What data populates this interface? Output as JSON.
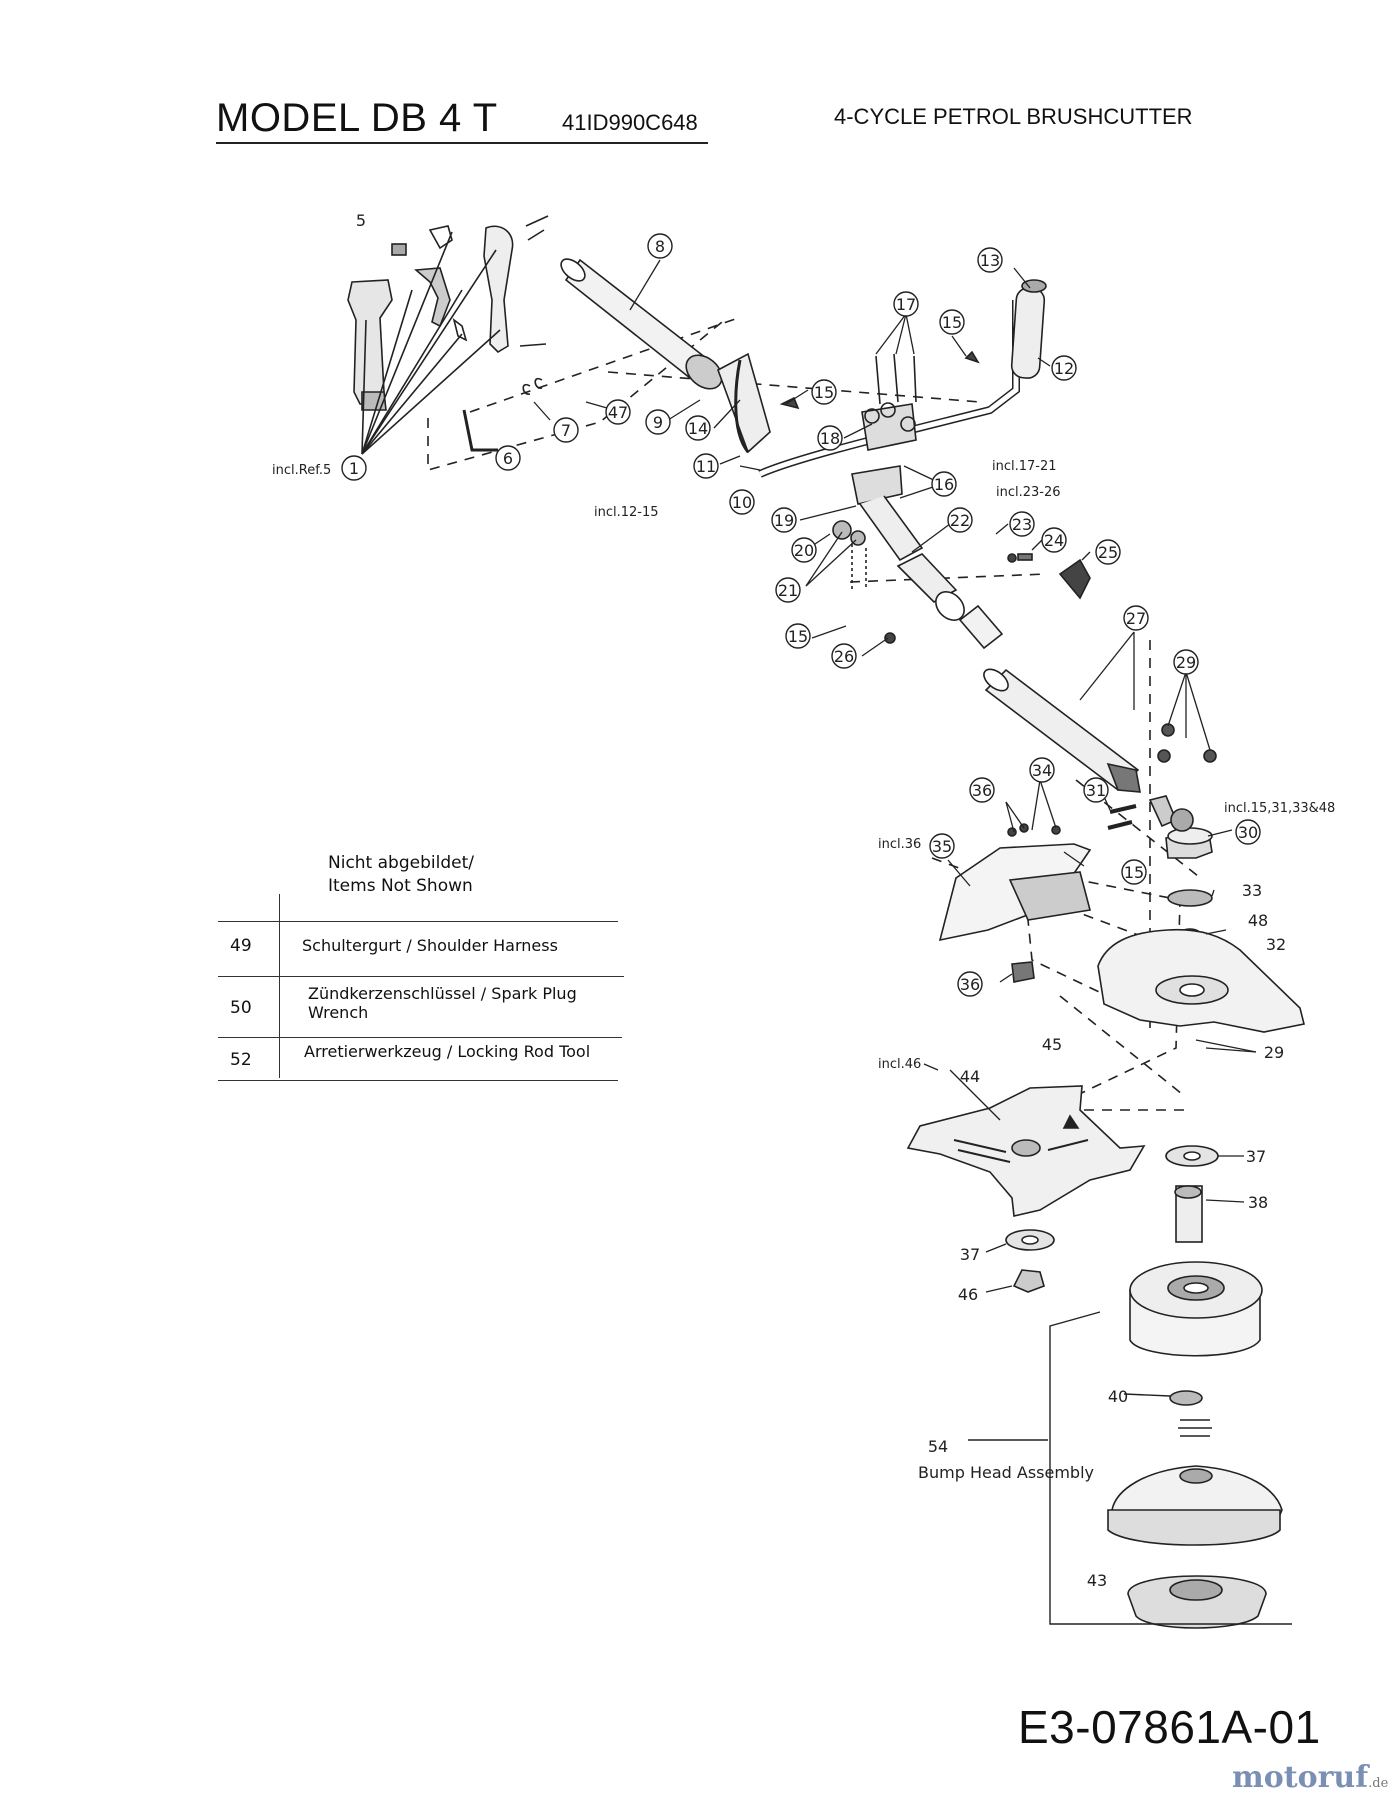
{
  "header": {
    "title": "MODEL DB 4 T",
    "model_number": "41ID990C648",
    "product": "4-CYCLE PETROL BRUSHCUTTER"
  },
  "callouts": [
    "5",
    "8",
    "13",
    "17",
    "15",
    "12",
    "9",
    "14",
    "15",
    "47",
    "7",
    "18",
    "1",
    "6",
    "11",
    "16",
    "10",
    "19",
    "22",
    "23",
    "24",
    "25",
    "20",
    "21",
    "15",
    "26",
    "27",
    "29",
    "36",
    "34",
    "31",
    "30",
    "35",
    "15",
    "33",
    "48",
    "32",
    "36",
    "29",
    "45",
    "44",
    "37",
    "38",
    "37",
    "46",
    "40",
    "54",
    "43"
  ],
  "incl_notes": [
    "incl.Ref.5",
    "incl.12-15",
    "incl.17-21",
    "incl.23-26",
    "incl.15,31,33&48",
    "incl.36",
    "incl.46"
  ],
  "assembly_label": "Bump Head Assembly",
  "not_shown": {
    "heading_line1": "Nicht abgebildet/",
    "heading_line2": "Items Not Shown",
    "rows": [
      {
        "num": "49",
        "text": "Schultergurt / Shoulder Harness"
      },
      {
        "num": "50",
        "text": "Zündkerzenschlüssel / Spark Plug Wrench"
      },
      {
        "num": "52",
        "text": "Arretierwerkzeug / Locking Rod Tool"
      }
    ]
  },
  "footer": {
    "doc_code": "E3-07861A-01",
    "brand": "motoruf",
    "brand_suffix": ".de"
  }
}
